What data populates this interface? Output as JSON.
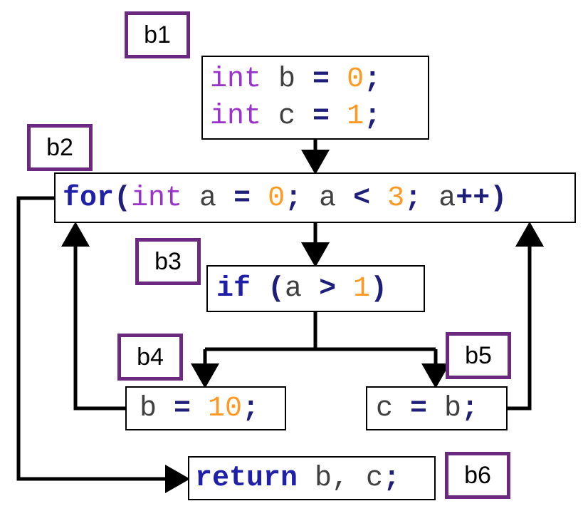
{
  "blocks": {
    "b1": {
      "label": "b1",
      "lines": [
        [
          {
            "t": "int",
            "c": "ty"
          },
          {
            "t": " b ",
            "c": "id"
          },
          {
            "t": "=",
            "c": "op"
          },
          {
            "t": " ",
            "c": "id"
          },
          {
            "t": "0",
            "c": "num"
          },
          {
            "t": ";",
            "c": "op"
          }
        ],
        [
          {
            "t": "int",
            "c": "ty"
          },
          {
            "t": " c ",
            "c": "id"
          },
          {
            "t": "=",
            "c": "op"
          },
          {
            "t": " ",
            "c": "id"
          },
          {
            "t": "1",
            "c": "num"
          },
          {
            "t": ";",
            "c": "op"
          }
        ]
      ]
    },
    "b2": {
      "label": "b2",
      "lines": [
        [
          {
            "t": "for",
            "c": "kw"
          },
          {
            "t": "(",
            "c": "op"
          },
          {
            "t": "int",
            "c": "ty"
          },
          {
            "t": " a ",
            "c": "id"
          },
          {
            "t": "=",
            "c": "op"
          },
          {
            "t": " ",
            "c": "id"
          },
          {
            "t": "0",
            "c": "num"
          },
          {
            "t": ";",
            "c": "op"
          },
          {
            "t": " a ",
            "c": "id"
          },
          {
            "t": "<",
            "c": "op"
          },
          {
            "t": " ",
            "c": "id"
          },
          {
            "t": "3",
            "c": "num"
          },
          {
            "t": ";",
            "c": "op"
          },
          {
            "t": " a",
            "c": "id"
          },
          {
            "t": "++)",
            "c": "op"
          }
        ]
      ]
    },
    "b3": {
      "label": "b3",
      "lines": [
        [
          {
            "t": "if",
            "c": "kw"
          },
          {
            "t": " ",
            "c": "id"
          },
          {
            "t": "(",
            "c": "op"
          },
          {
            "t": "a ",
            "c": "id"
          },
          {
            "t": ">",
            "c": "op"
          },
          {
            "t": " ",
            "c": "id"
          },
          {
            "t": "1",
            "c": "num"
          },
          {
            "t": ")",
            "c": "op"
          }
        ]
      ]
    },
    "b4": {
      "label": "b4",
      "lines": [
        [
          {
            "t": "b ",
            "c": "id"
          },
          {
            "t": "=",
            "c": "op"
          },
          {
            "t": " ",
            "c": "id"
          },
          {
            "t": "10",
            "c": "num"
          },
          {
            "t": ";",
            "c": "op"
          }
        ]
      ]
    },
    "b5": {
      "label": "b5",
      "lines": [
        [
          {
            "t": "c ",
            "c": "id"
          },
          {
            "t": "=",
            "c": "op"
          },
          {
            "t": " b",
            "c": "id"
          },
          {
            "t": ";",
            "c": "op"
          }
        ]
      ]
    },
    "b6": {
      "label": "b6",
      "lines": [
        [
          {
            "t": "return",
            "c": "kw"
          },
          {
            "t": " b, c",
            "c": "id"
          },
          {
            "t": ";",
            "c": "op"
          }
        ]
      ]
    }
  },
  "colors": {
    "label_border": "#6b2a7f",
    "keyword": "#1f1fa8",
    "type": "#9933cc",
    "number": "#ff9922",
    "operator": "#1f1f7a",
    "identifier": "#404040",
    "connector": "#000000"
  }
}
